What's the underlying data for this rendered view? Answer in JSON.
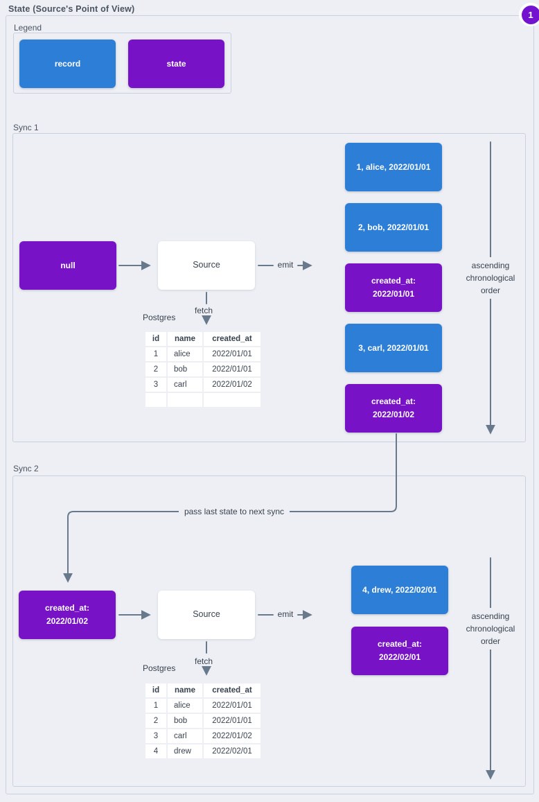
{
  "page": {
    "title": "State (Source's Point of View)",
    "badge": "1"
  },
  "colors": {
    "bg": "#edeff4",
    "border": "#c9d2dc",
    "arrow": "#68798c",
    "record": "#2d7ed6",
    "state": "#7712c6",
    "badge": "#7313d0"
  },
  "legend": {
    "title": "Legend",
    "items": [
      {
        "label": "record",
        "type": "record"
      },
      {
        "label": "state",
        "type": "state"
      }
    ]
  },
  "pass_label": "pass last state to next sync",
  "sync1": {
    "title": "Sync 1",
    "state_in": "null",
    "source_label": "Source",
    "emit_label": "emit",
    "fetch_label": "fetch",
    "db_label": "Postgres",
    "table": {
      "headers": [
        "id",
        "name",
        "created_at"
      ],
      "rows": [
        [
          "1",
          "alice",
          "2022/01/01"
        ],
        [
          "2",
          "bob",
          "2022/01/01"
        ],
        [
          "3",
          "carl",
          "2022/01/02"
        ],
        [
          "",
          "",
          ""
        ]
      ]
    },
    "stream": [
      {
        "type": "record",
        "text": "1, alice, 2022/01/01"
      },
      {
        "type": "record",
        "text": "2, bob, 2022/01/01"
      },
      {
        "type": "state",
        "text": "created_at: 2022/01/01"
      },
      {
        "type": "record",
        "text": "3, carl, 2022/01/01"
      },
      {
        "type": "state",
        "text": "created_at: 2022/01/02"
      }
    ],
    "order_label": "ascending chronological order"
  },
  "sync2": {
    "title": "Sync 2",
    "state_in": "created_at: 2022/01/02",
    "source_label": "Source",
    "emit_label": "emit",
    "fetch_label": "fetch",
    "db_label": "Postgres",
    "table": {
      "headers": [
        "id",
        "name",
        "created_at"
      ],
      "rows": [
        [
          "1",
          "alice",
          "2022/01/01"
        ],
        [
          "2",
          "bob",
          "2022/01/01"
        ],
        [
          "3",
          "carl",
          "2022/01/02"
        ],
        [
          "4",
          "drew",
          "2022/02/01"
        ]
      ]
    },
    "stream": [
      {
        "type": "record",
        "text": "4, drew, 2022/02/01"
      },
      {
        "type": "state",
        "text": "created_at: 2022/02/01"
      }
    ],
    "order_label": "ascending chronological order"
  }
}
